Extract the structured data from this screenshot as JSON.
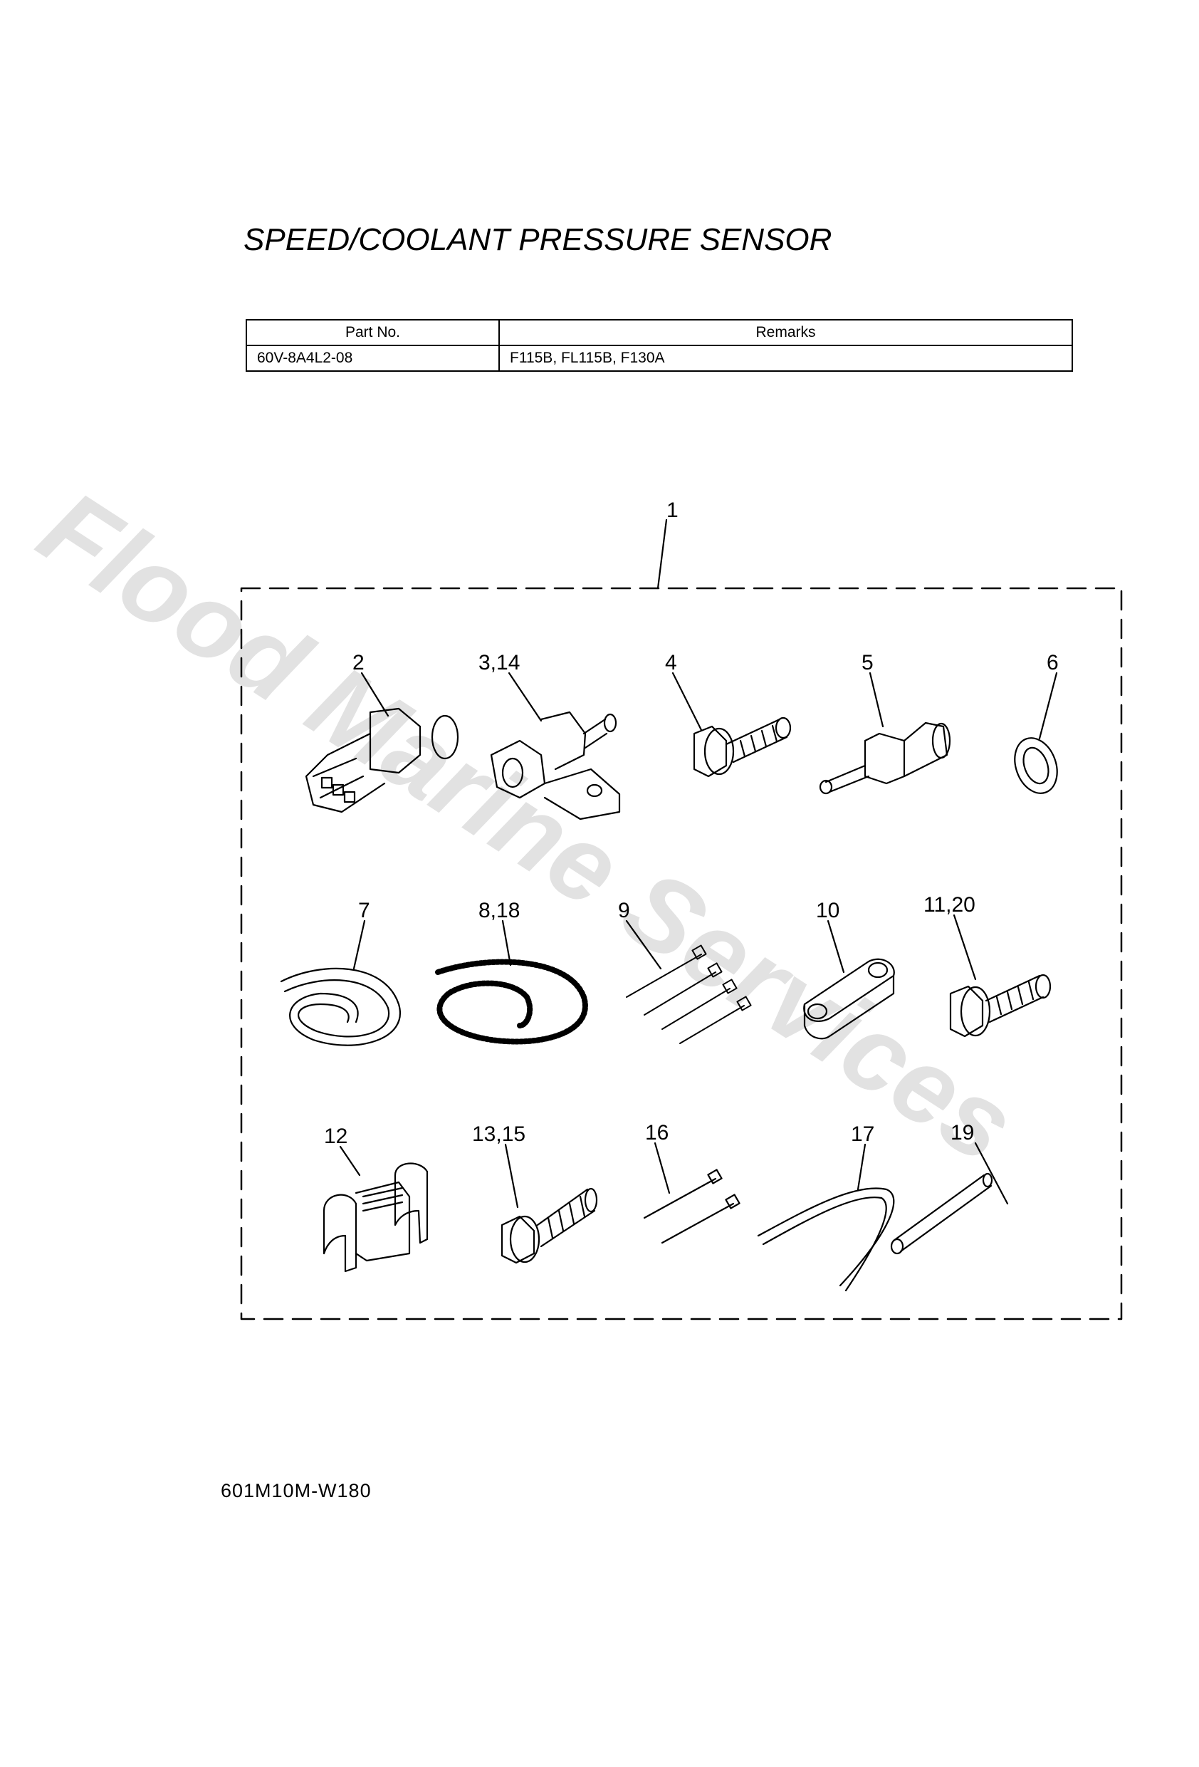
{
  "page": {
    "title": "SPEED/COOLANT PRESSURE SENSOR",
    "footer_code": "601M10M-W180"
  },
  "parts_table": {
    "headers": [
      "Part No.",
      "Remarks"
    ],
    "rows": [
      {
        "part_no": "60V-8A4L2-08",
        "remarks": "F115B, FL115B, F130A"
      }
    ]
  },
  "diagram": {
    "kit_callout": "1",
    "callouts": [
      {
        "label": "2",
        "part": "pressure-sensor"
      },
      {
        "label": "3,14",
        "part": "sensor-housing-joint"
      },
      {
        "label": "4",
        "part": "bolt"
      },
      {
        "label": "5",
        "part": "hose-fitting"
      },
      {
        "label": "6",
        "part": "gasket-washer"
      },
      {
        "label": "7",
        "part": "hose-coil"
      },
      {
        "label": "8,18",
        "part": "corrugated-tube"
      },
      {
        "label": "9",
        "part": "cable-ties"
      },
      {
        "label": "10",
        "part": "bracket"
      },
      {
        "label": "11,20",
        "part": "bolt"
      },
      {
        "label": "12",
        "part": "hose-clamp-holder"
      },
      {
        "label": "13,15",
        "part": "screw"
      },
      {
        "label": "16",
        "part": "cable-ties"
      },
      {
        "label": "17",
        "part": "hose"
      },
      {
        "label": "19",
        "part": "tube"
      }
    ]
  },
  "watermark": {
    "text": "Flood Marine Services",
    "color": "#e2e2e2"
  }
}
